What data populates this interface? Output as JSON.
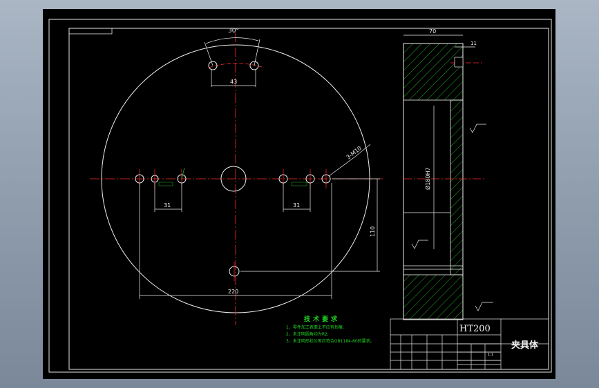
{
  "dimensions": {
    "angle": "30°",
    "hole_spacing": "43",
    "thickness": "70",
    "small_dim": "11",
    "left_spacing": "31",
    "right_spacing": "31",
    "vertical_offset": "110",
    "horizontal_span": "220",
    "hole_callout": "3-M10",
    "bore_diameter": "Ø180H7"
  },
  "technical_requirements": {
    "title": "技术要求",
    "items": [
      "1、零件加工表面上不应有划痕;",
      "2、未注明圆角均为R2;",
      "3、未注明形状公差应符合GB1184-80的要求。"
    ]
  },
  "title_block": {
    "material": "HT200",
    "part_name": "夹具体",
    "scale": "1:1"
  },
  "colors": {
    "background": "#000000",
    "outline": "#ffffff",
    "centerline": "#ff2a2a",
    "hatch": "#22c322",
    "text_green": "#22d322",
    "hole_red": "#ff3030"
  }
}
